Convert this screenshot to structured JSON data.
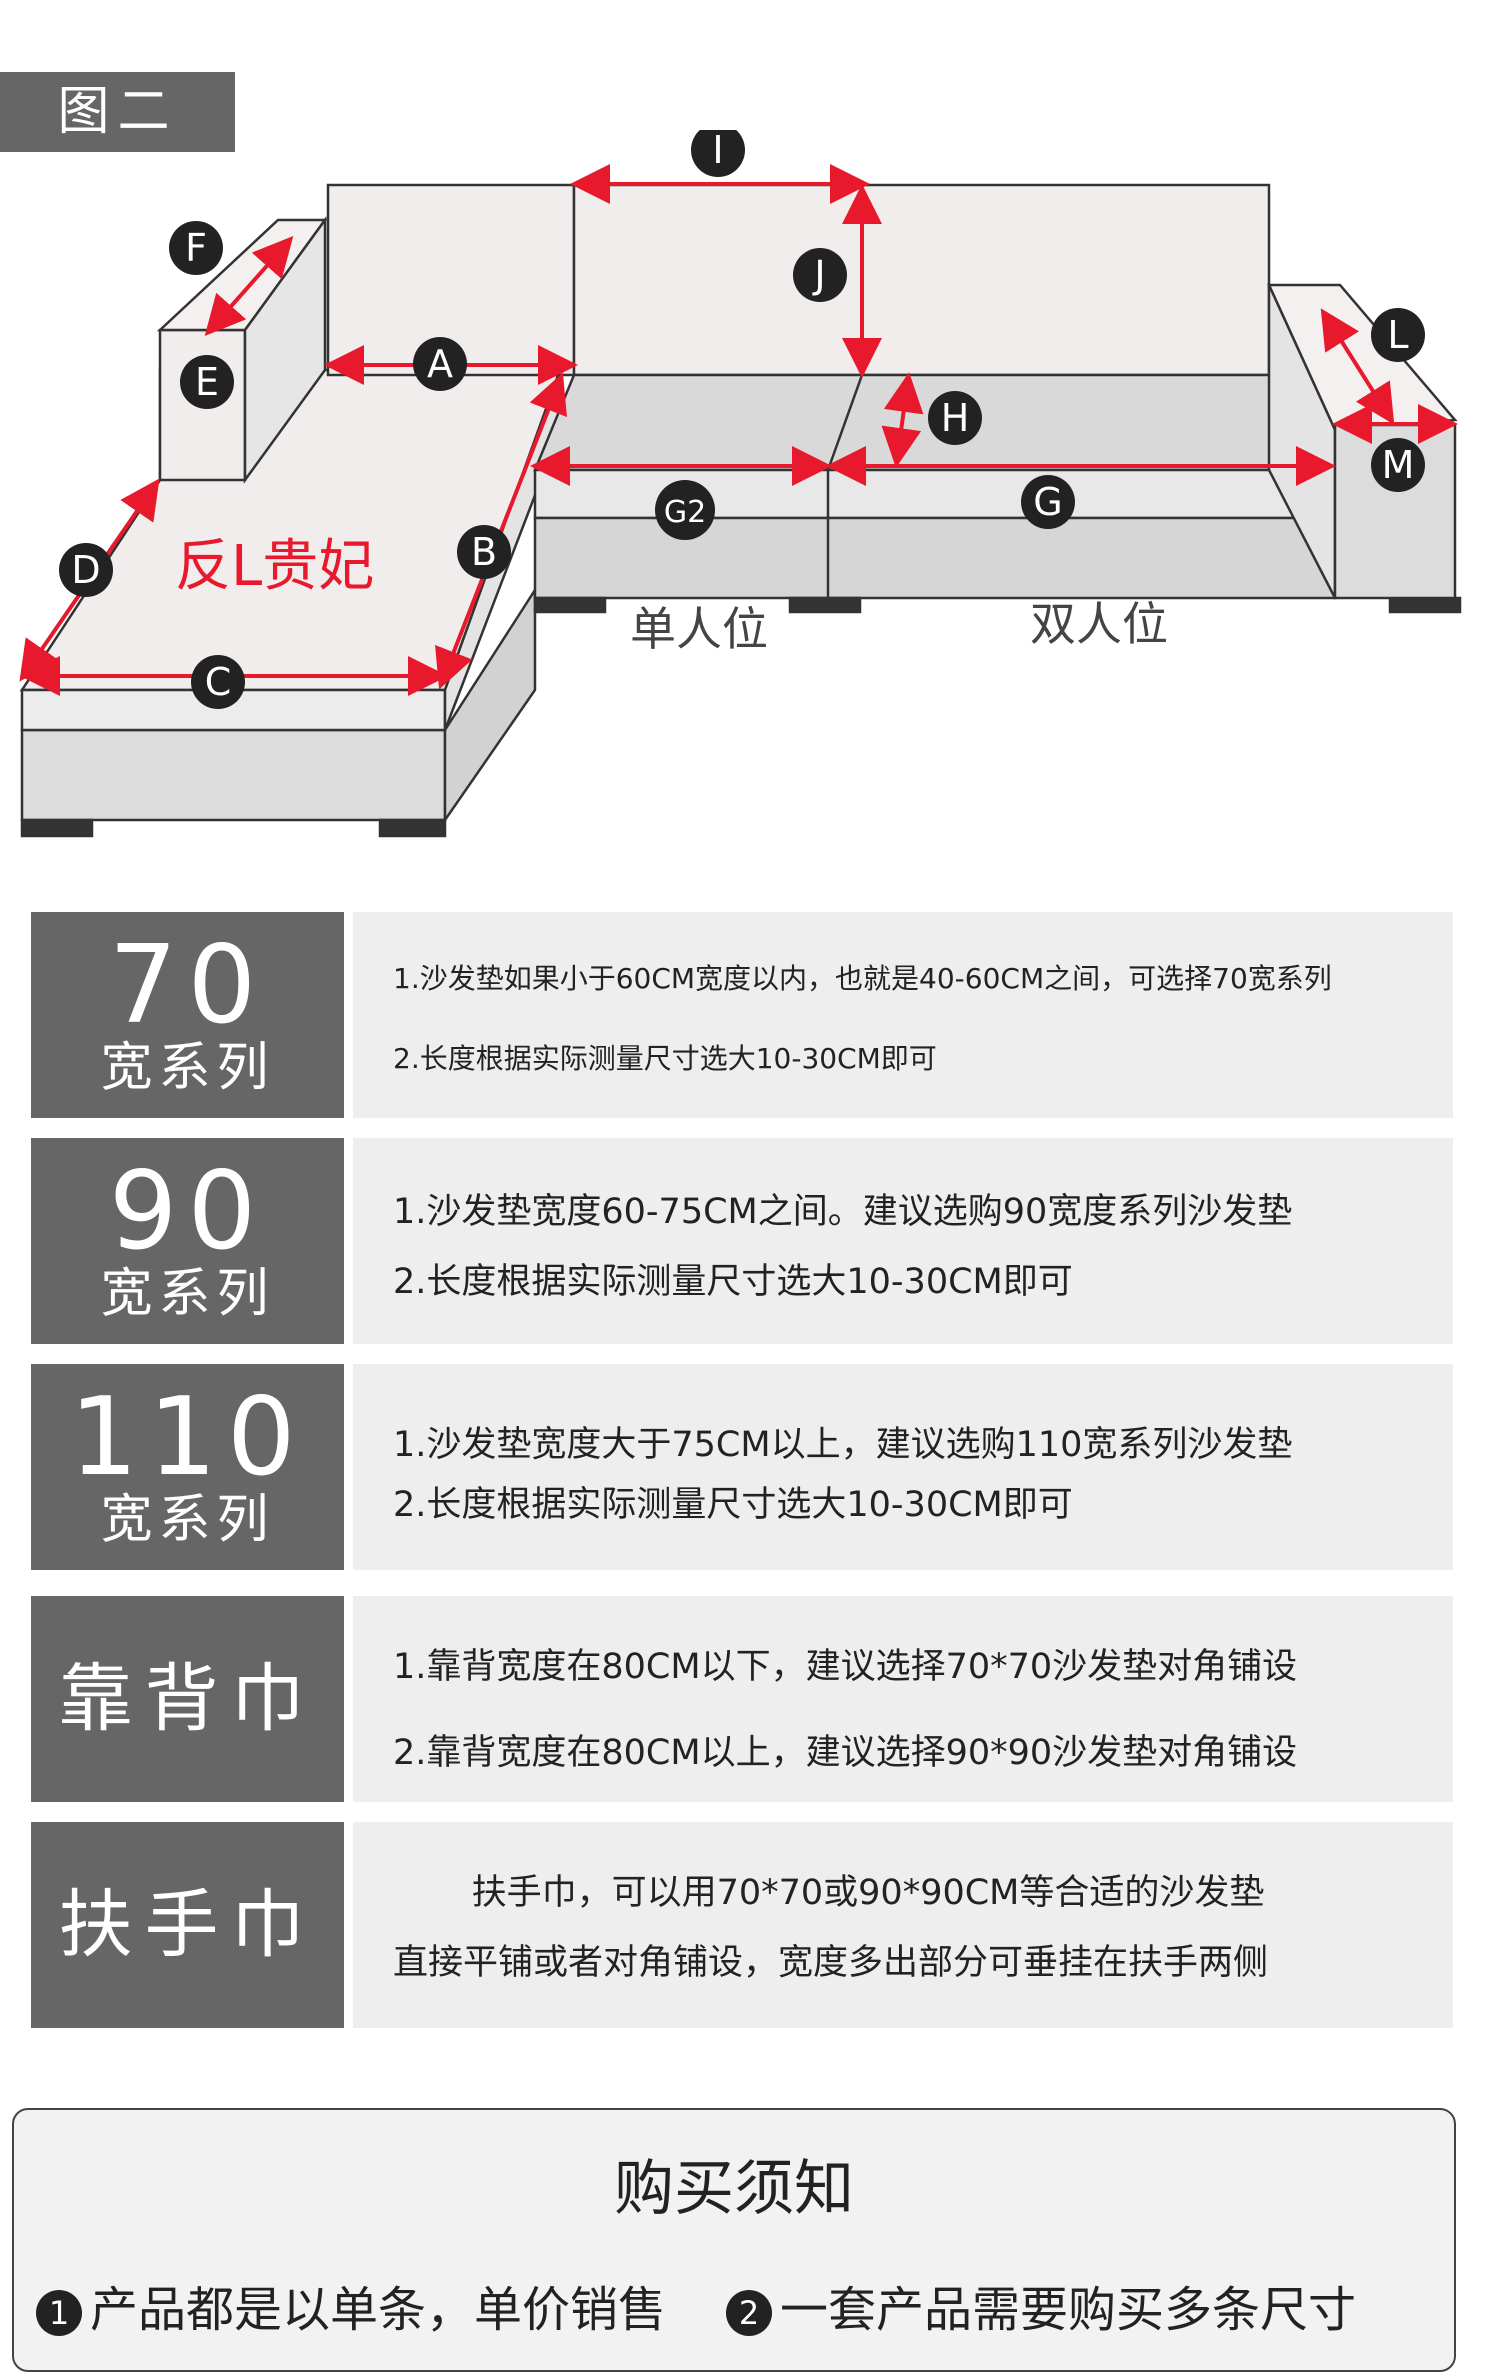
{
  "figure_tag": "图二",
  "diagram": {
    "style_label": "反L贵妃",
    "single_seat": "单人位",
    "double_seat": "双人位",
    "labels": [
      "A",
      "B",
      "C",
      "D",
      "E",
      "F",
      "G",
      "G2",
      "H",
      "I",
      "J",
      "L",
      "M"
    ],
    "colors": {
      "accent": "#e8192c",
      "outline": "#333333",
      "face": "#f1eded",
      "seat": "#d6d6d6",
      "base": "#dcdcdc"
    }
  },
  "series": [
    {
      "heading_num": "70",
      "heading_sub": "宽系列",
      "lines": [
        "1.沙发垫如果小于60CM宽度以内，也就是40-60CM之间，可选择70宽系列",
        "2.长度根据实际测量尺寸选大10-30CM即可"
      ]
    },
    {
      "heading_num": "90",
      "heading_sub": "宽系列",
      "lines": [
        "1.沙发垫宽度60-75CM之间。建议选购90宽度系列沙发垫",
        "2.长度根据实际测量尺寸选大10-30CM即可"
      ]
    },
    {
      "heading_num": "110",
      "heading_sub": "宽系列",
      "lines": [
        "1.沙发垫宽度大于75CM以上，建议选购110宽系列沙发垫",
        "2.长度根据实际测量尺寸选大10-30CM即可"
      ]
    },
    {
      "heading_only": "靠背巾",
      "lines": [
        "1.靠背宽度在80CM以下，建议选择70*70沙发垫对角铺设",
        "2.靠背宽度在80CM以上，建议选择90*90沙发垫对角铺设"
      ]
    },
    {
      "heading_only": "扶手巾",
      "lines": [
        "扶手巾，可以用70*70或90*90CM等合适的沙发垫",
        "直接平铺或者对角铺设，宽度多出部分可垂挂在扶手两侧"
      ]
    }
  ],
  "notice": {
    "title": "购买须知",
    "items": [
      {
        "num": "1",
        "text": "产品都是以单条，单价销售"
      },
      {
        "num": "2",
        "text": "一套产品需要购买多条尺寸"
      }
    ]
  }
}
